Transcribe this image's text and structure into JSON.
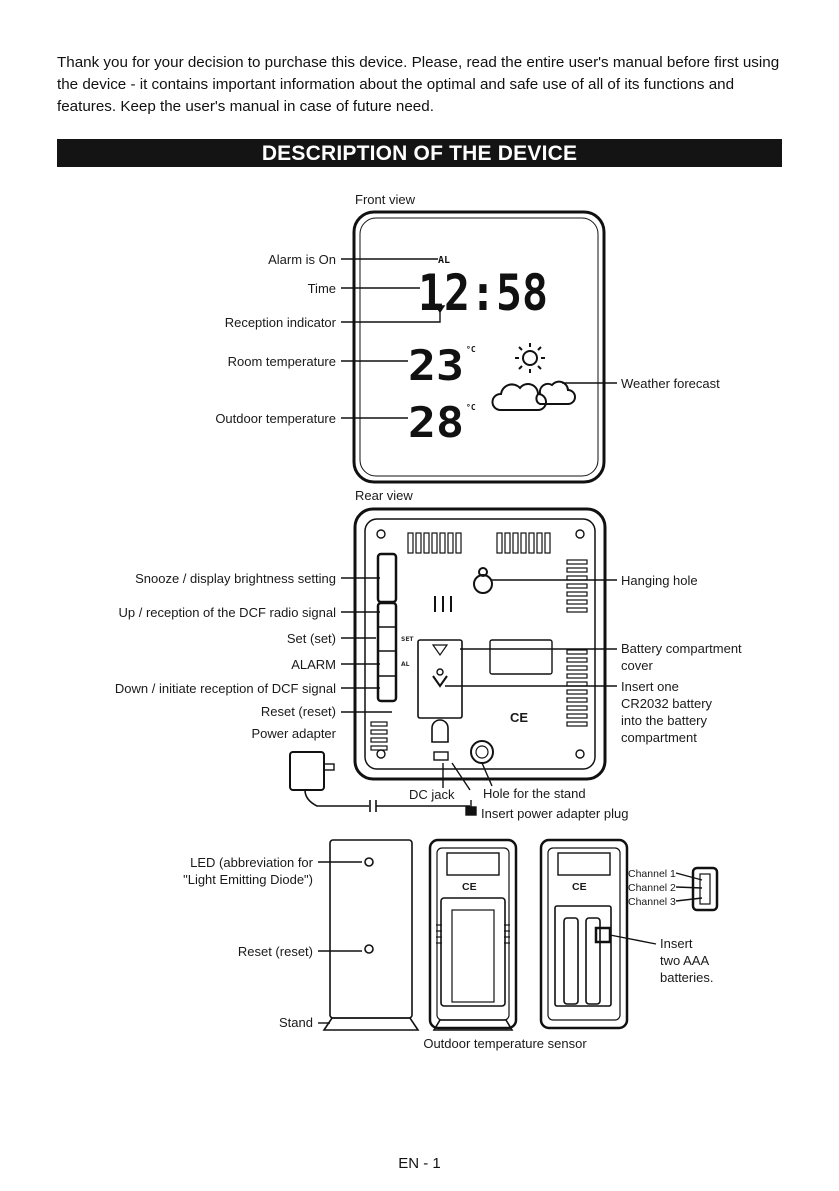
{
  "intro": "Thank you for your decision to purchase this device. Please, read the entire user's manual before first using the device - it contains important information about the optimal and safe use of all of its functions and features. Keep the user's manual in case of future need.",
  "section_title": "DESCRIPTION OF THE DEVICE",
  "front": {
    "title": "Front view",
    "display": {
      "alarm_icon": "AL",
      "time": "12:58",
      "room_temp": "23",
      "outdoor_temp": "28",
      "unit": "°C"
    },
    "labels": {
      "alarm": "Alarm is On",
      "time": "Time",
      "reception": "Reception indicator",
      "room": "Room temperature",
      "outdoor": "Outdoor temperature",
      "weather": "Weather forecast"
    }
  },
  "rear": {
    "title": "Rear view",
    "labels": {
      "snooze": "Snooze / display brightness setting",
      "up": "Up  / reception of the DCF radio signal",
      "set": "Set (set)",
      "alarm": "ALARM",
      "down": "Down / initiate reception of DCF signal",
      "reset": "Reset (reset)",
      "power_adapter": "Power adapter",
      "hanging": "Hanging hole",
      "battery_cover_1": "Battery compartment",
      "battery_cover_2": "cover",
      "insert_1": "Insert one",
      "insert_2": "CR2032 battery",
      "insert_3": "into the battery",
      "insert_4": "compartment",
      "dc_jack": "DC jack",
      "stand_hole": "Hole for the stand",
      "plug": "Insert power adapter plug"
    },
    "button_marks": {
      "set": "SET",
      "al": "AL"
    }
  },
  "sensor": {
    "title": "Outdoor temperature sensor",
    "labels": {
      "led_1": "LED (abbreviation for",
      "led_2": "\"Light Emitting Diode\")",
      "reset": "Reset (reset)",
      "stand": "Stand",
      "ch1": "Channel 1",
      "ch2": "Channel 2",
      "ch3": "Channel 3",
      "aaa_1": "Insert",
      "aaa_2": "two AAA",
      "aaa_3": "batteries."
    },
    "ce_mark": "CE"
  },
  "footer": "EN - 1"
}
